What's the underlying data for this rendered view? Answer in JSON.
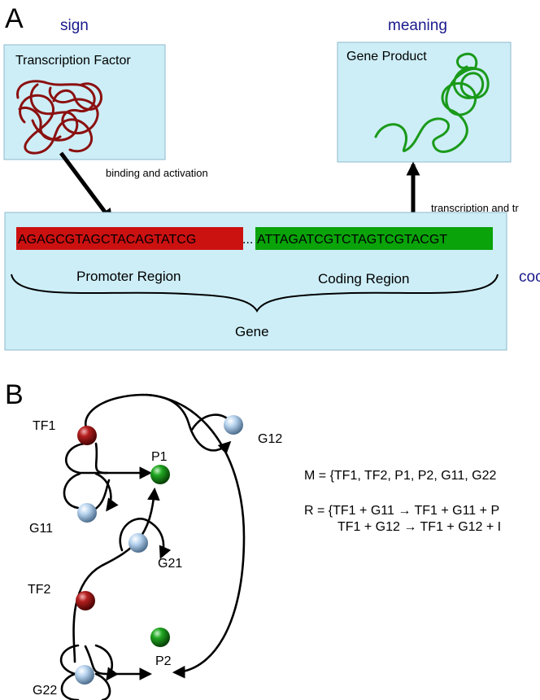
{
  "panel_a": {
    "letter": "A",
    "sign_label": "sign",
    "meaning_label": "meaning",
    "code_label_partial": "coc",
    "tf_box_title": "Transcription Factor",
    "gene_product_title": "Gene Product",
    "binding_label": "binding and activation",
    "transcription_label_partial": "transcription and tr",
    "promoter_sequence": "AGAGCGTAGCTACAGTATCG",
    "sequence_gap": "...",
    "coding_sequence": "ATTAGATCGTCTAGTCGTACGT",
    "promoter_region_label": "Promoter Region",
    "coding_region_label": "Coding Region",
    "gene_label": "Gene"
  },
  "panel_b": {
    "letter": "B",
    "nodes": {
      "tf1": "TF1",
      "g11": "G11",
      "p1": "P1",
      "g12": "G12",
      "tf2": "TF2",
      "g21": "G21",
      "p2": "P2",
      "g22": "G22"
    },
    "m_set_partial": "M = {TF1, TF2, P1, P2, G11, G22",
    "r_line1_partial": "R = {TF1 + G11 → TF1 + G11 + P",
    "r_line2_partial": "TF1 + G12 →  TF1 + G12 + I"
  },
  "colors": {
    "box_fill": "#cdeef7",
    "box_stroke": "#8fb9cc",
    "label_blue": "#1a1a8c",
    "promoter_bar": "#cc1111",
    "coding_bar": "#0aa30a",
    "tf_coil": "#8b1010",
    "product_coil": "#1a9a1a",
    "tf_node": "#8b1010",
    "p_node": "#1e9a1e",
    "g_node": "#a9c8e6"
  }
}
